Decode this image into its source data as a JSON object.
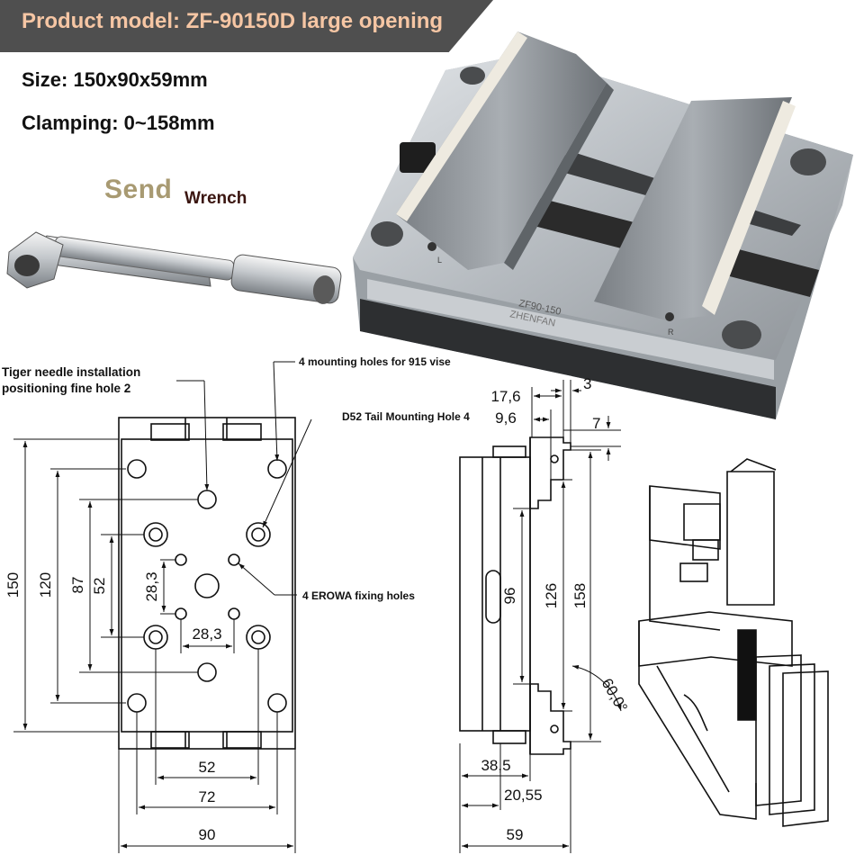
{
  "header": {
    "title": "Product model: ZF-90150D large opening"
  },
  "specs": {
    "size": "Size: 150x90x59mm",
    "clamping": "Clamping: 0~158mm"
  },
  "gift": {
    "send": "Send",
    "wrench": "Wrench"
  },
  "engraving": {
    "model": "ZF90-150",
    "brand": "ZHENFAN",
    "left": "L",
    "right": "R"
  },
  "annotations": {
    "tiger_line1": "Tiger needle installation",
    "tiger_line2": "positioning fine hole 2",
    "mounting_915": "4 mounting holes for 915 vise",
    "d52_tail": "D52 Tail Mounting Hole 4",
    "erowa": "4 EROWA fixing holes"
  },
  "dimensions": {
    "top_view": {
      "h150": "150",
      "h120": "120",
      "h87": "87",
      "h52": "52",
      "v28_3": "28,3",
      "h28_3": "28,3",
      "w52": "52",
      "w72": "72",
      "w90": "90"
    },
    "side_view": {
      "d17_6": "17,6",
      "d3": "3",
      "d9_6": "9,6",
      "d7": "7",
      "d96": "96",
      "d126": "126",
      "d158": "158",
      "angle": "60,0°",
      "d38_5": "38,5",
      "d20_55": "20,55",
      "d59": "59"
    }
  },
  "colors": {
    "banner_bg": "#4f4f4f",
    "banner_text": "#f6c6a4",
    "send_text": "#a89a72",
    "wrench_text": "#3a1510"
  }
}
